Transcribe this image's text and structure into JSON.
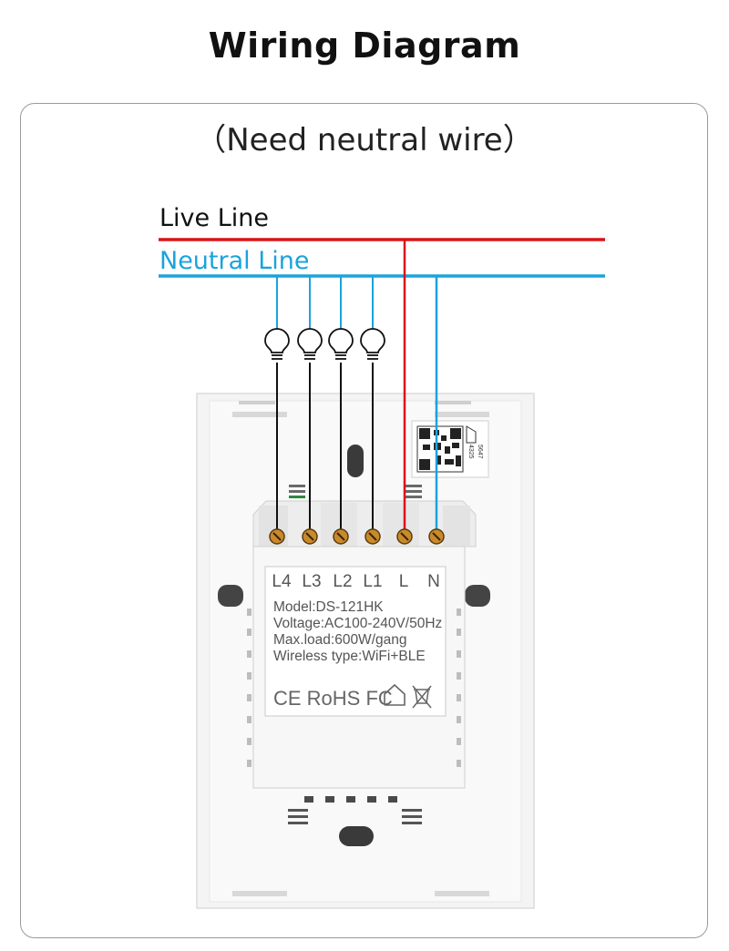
{
  "title": "Wiring Diagram",
  "subtitle": "（Need neutral wire）",
  "lines": {
    "live": {
      "label": "Live Line",
      "color": "#d9131a"
    },
    "neutral": {
      "label": "Neutral Line",
      "color": "#1aa3dc"
    }
  },
  "terminals": [
    "L4",
    "L3",
    "L2",
    "L1",
    "L",
    "N"
  ],
  "specs": {
    "model": "Model:DS-121HK",
    "voltage": "Voltage:AC100-240V/50Hz",
    "max_load": "Max.load:600W/gang",
    "wireless": "Wireless type:WiFi+BLE"
  },
  "certifications": "CE RoHS FC",
  "qr_code_text": [
    "5647",
    "4325"
  ],
  "icons": [
    "bulb-icon",
    "qr-code-icon",
    "home-icon",
    "weee-bin-icon"
  ]
}
